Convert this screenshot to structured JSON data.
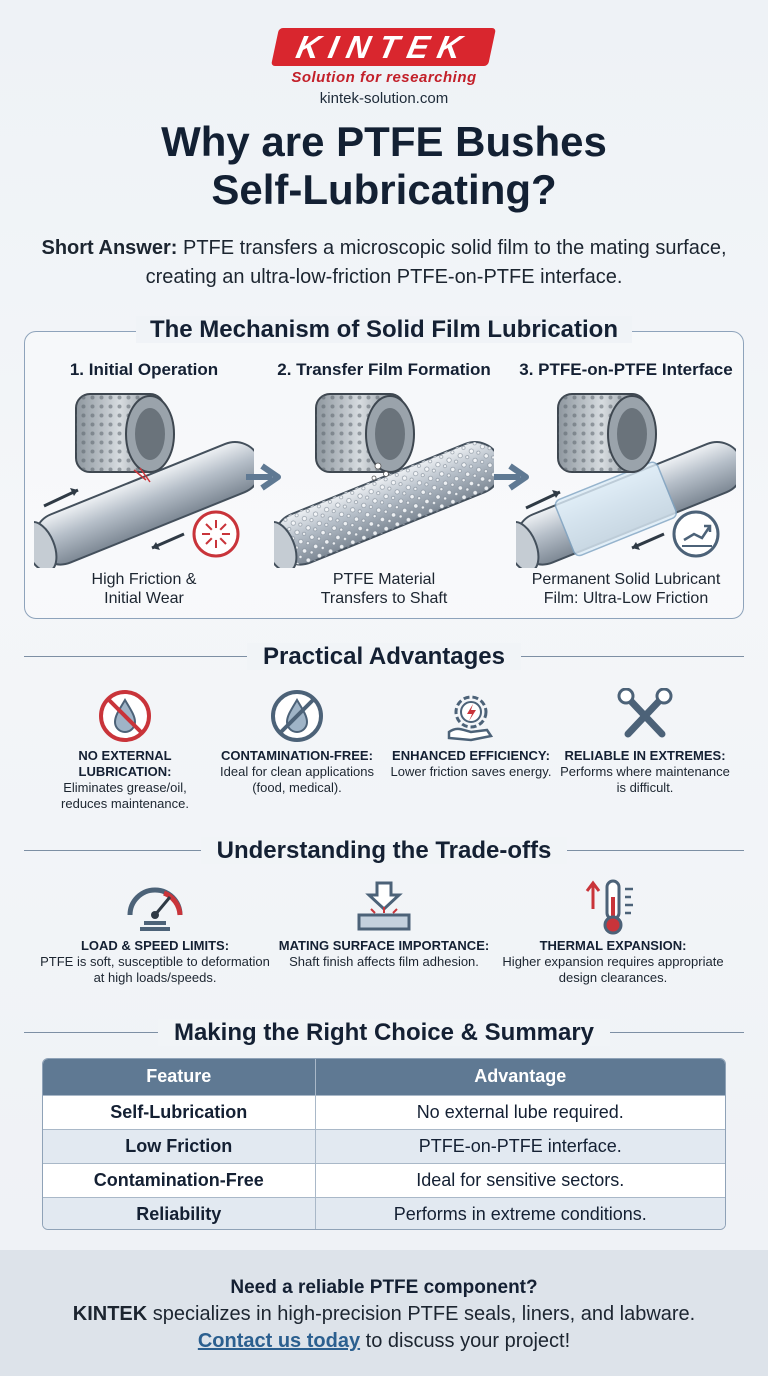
{
  "brand": {
    "logo_text": "KINTEK",
    "tagline": "Solution for researching",
    "site": "kintek-solution.com"
  },
  "title_line1": "Why are PTFE Bushes",
  "title_line2": "Self-Lubricating?",
  "short_answer": {
    "label": "Short Answer:",
    "text": " PTFE transfers a microscopic solid film to the mating surface, creating an ultra-low-friction PTFE-on-PTFE interface."
  },
  "mechanism": {
    "title": "The Mechanism of Solid Film Lubrication",
    "steps": [
      {
        "heading": "1. Initial Operation",
        "caption_l1": "High Friction &",
        "caption_l2": "Initial Wear"
      },
      {
        "heading": "2. Transfer Film Formation",
        "caption_l1": "PTFE Material",
        "caption_l2": "Transfers to Shaft"
      },
      {
        "heading": "3. PTFE-on-PTFE Interface",
        "caption_l1": "Permanent Solid Lubricant",
        "caption_l2": "Film: Ultra-Low Friction"
      }
    ]
  },
  "advantages": {
    "title": "Practical Advantages",
    "items": [
      {
        "icon": "no-oil-drop-icon",
        "heading": "NO EXTERNAL LUBRICATION:",
        "text": "Eliminates grease/oil, reduces maintenance."
      },
      {
        "icon": "contamination-free-icon",
        "heading": "CONTAMINATION-FREE:",
        "text": "Ideal for clean applications (food, medical)."
      },
      {
        "icon": "energy-gear-icon",
        "heading": "ENHANCED EFFICIENCY:",
        "text": "Lower friction saves energy."
      },
      {
        "icon": "wrench-icon",
        "heading": "RELIABLE IN EXTREMES:",
        "text": "Performs where maintenance is difficult."
      }
    ]
  },
  "tradeoffs": {
    "title": "Understanding the Trade-offs",
    "items": [
      {
        "icon": "gauge-icon",
        "heading": "LOAD & SPEED LIMITS:",
        "text": "PTFE is soft, susceptible to deformation at high loads/speeds."
      },
      {
        "icon": "press-surface-icon",
        "heading": "MATING SURFACE IMPORTANCE:",
        "text": "Shaft finish affects film adhesion."
      },
      {
        "icon": "thermometer-icon",
        "heading": "THERMAL EXPANSION:",
        "text": "Higher expansion requires appropriate design clearances."
      }
    ]
  },
  "summary": {
    "title": "Making the Right Choice & Summary",
    "headers": [
      "Feature",
      "Advantage"
    ],
    "rows": [
      [
        "Self-Lubrication",
        "No external lube required."
      ],
      [
        "Low Friction",
        "PTFE-on-PTFE interface."
      ],
      [
        "Contamination-Free",
        "Ideal for sensitive sectors."
      ],
      [
        "Reliability",
        "Performs in extreme conditions."
      ]
    ]
  },
  "footer": {
    "question": "Need a reliable PTFE component?",
    "brand": "KINTEK",
    "line2": " specializes in high-precision PTFE seals, liners, and labware.",
    "link": "Contact us today",
    "line3": " to discuss your project!"
  },
  "colors": {
    "brand_red": "#d9262e",
    "table_header": "#5f7993",
    "link": "#2b5f8f",
    "icon_red": "#c9343a",
    "icon_slate": "#4c6278"
  }
}
